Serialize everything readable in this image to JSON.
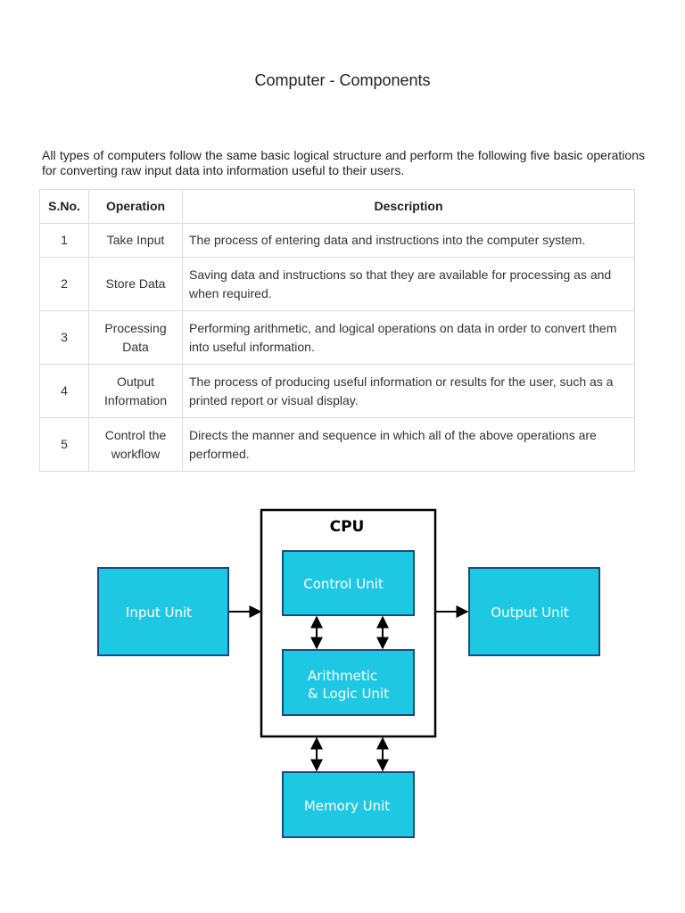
{
  "title": "Computer - Components",
  "intro": "All types of computers follow the same basic logical structure and perform the following five basic operations for converting raw input data into information useful to their users.",
  "table": {
    "headers": [
      "S.No.",
      "Operation",
      "Description"
    ],
    "rows": [
      {
        "num": "1",
        "operation": "Take Input",
        "description": "The process of entering data and instructions into the computer system."
      },
      {
        "num": "2",
        "operation": "Store Data",
        "description": "Saving data and instructions so that they are available for processing as and when required."
      },
      {
        "num": "3",
        "operation": "Processing Data",
        "description": "Performing arithmetic, and logical operations on data in order to convert them into useful information."
      },
      {
        "num": "4",
        "operation": "Output Information",
        "description": "The process of producing useful information or results for the user, such as a printed report or visual display."
      },
      {
        "num": "5",
        "operation": "Control the workflow",
        "description": "Directs the manner and sequence in which all of the above operations are performed."
      }
    ]
  },
  "diagram": {
    "cpu_label": "CPU",
    "input_unit": "Input Unit",
    "output_unit": "Output Unit",
    "control_unit": "Control Unit",
    "alu_line1": "Arithmetic",
    "alu_line2": "& Logic Unit",
    "memory_unit": "Memory Unit",
    "box_color": "#1ec8e3",
    "border_color": "#1a4a82"
  }
}
